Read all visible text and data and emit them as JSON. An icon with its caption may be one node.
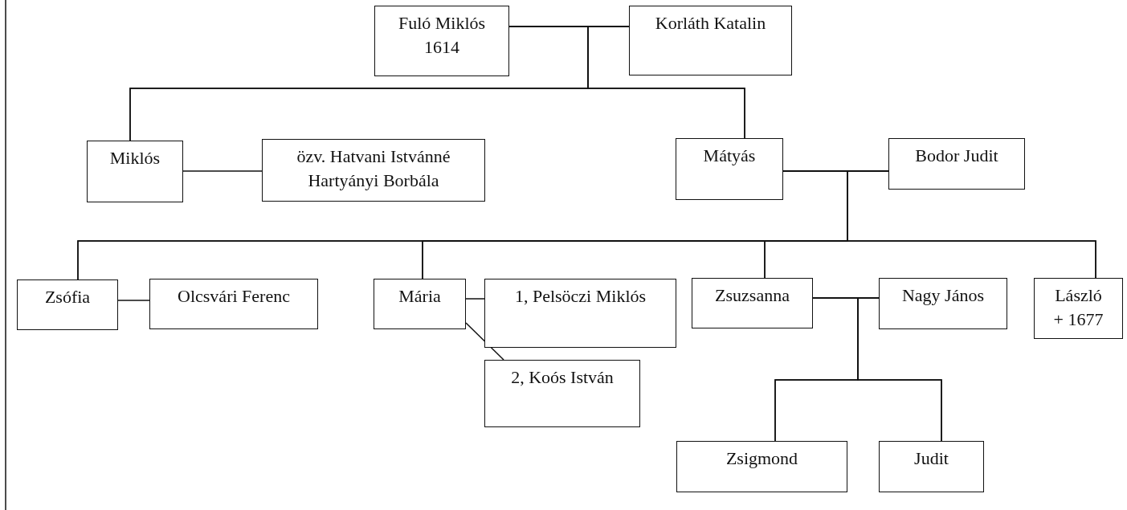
{
  "diagram": {
    "nodes": [
      {
        "text": [
          "Fuló Miklós",
          "1614"
        ]
      },
      {
        "text": [
          "Korláth Katalin"
        ]
      },
      {
        "text": [
          "Miklós"
        ]
      },
      {
        "text": [
          "özv. Hatvani Istvánné Hartyányi Borbála"
        ]
      },
      {
        "text": [
          "Mátyás"
        ]
      },
      {
        "text": [
          "Bodor Judit"
        ]
      },
      {
        "text": [
          "Zsófia"
        ]
      },
      {
        "text": [
          "Olcsvári Ferenc"
        ]
      },
      {
        "text": [
          "Mária"
        ]
      },
      {
        "text": [
          "1, Pelsöczi Miklós"
        ]
      },
      {
        "text": [
          "2, Koós István"
        ]
      },
      {
        "text": [
          "Zsuzsanna"
        ]
      },
      {
        "text": [
          "Nagy János"
        ]
      },
      {
        "text": [
          "László",
          "+ 1677"
        ]
      },
      {
        "text": [
          "Zsigmond"
        ]
      },
      {
        "text": [
          "Judit"
        ]
      }
    ],
    "edges": [
      {
        "from": 0,
        "to": 1,
        "arrow": "none"
      },
      {
        "from": 0,
        "to": 2,
        "arrow": "none"
      },
      {
        "from": 1,
        "to": 2,
        "arrow": "none"
      },
      {
        "from": 0,
        "to": 4,
        "arrow": "none"
      },
      {
        "from": 1,
        "to": 4,
        "arrow": "none"
      },
      {
        "from": 2,
        "to": 3,
        "arrow": "none"
      },
      {
        "from": 4,
        "to": 5,
        "arrow": "none"
      },
      {
        "from": 4,
        "to": 6,
        "arrow": "none"
      },
      {
        "from": 5,
        "to": 6,
        "arrow": "none"
      },
      {
        "from": 4,
        "to": 8,
        "arrow": "none"
      },
      {
        "from": 5,
        "to": 8,
        "arrow": "none"
      },
      {
        "from": 4,
        "to": 11,
        "arrow": "none"
      },
      {
        "from": 5,
        "to": 11,
        "arrow": "none"
      },
      {
        "from": 4,
        "to": 13,
        "arrow": "none"
      },
      {
        "from": 5,
        "to": 13,
        "arrow": "none"
      },
      {
        "from": 6,
        "to": 7,
        "arrow": "none"
      },
      {
        "from": 8,
        "to": 9,
        "arrow": "none"
      },
      {
        "from": 8,
        "to": 10,
        "arrow": "none"
      },
      {
        "from": 11,
        "to": 12,
        "arrow": "none"
      },
      {
        "from": 11,
        "to": 14,
        "arrow": "none"
      },
      {
        "from": 12,
        "to": 14,
        "arrow": "none"
      },
      {
        "from": 11,
        "to": 15,
        "arrow": "none"
      },
      {
        "from": 12,
        "to": 15,
        "arrow": "none"
      }
    ]
  }
}
